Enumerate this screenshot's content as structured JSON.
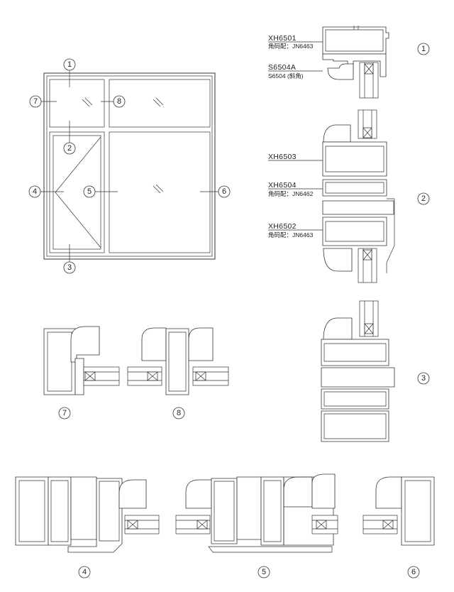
{
  "elevation": {
    "callouts": [
      "1",
      "2",
      "3",
      "4",
      "5",
      "6",
      "7",
      "8"
    ]
  },
  "sections": {
    "s1": {
      "label": "1",
      "code1": "XH6501",
      "code1_sub": "角码配：JN6463",
      "code2": "S6504A",
      "code2_sub": "S6504 (斜角)"
    },
    "s2": {
      "label": "2",
      "code1": "XH6503",
      "code2": "XH6504",
      "code2_sub": "角码配：JN6462",
      "code3": "XH6502",
      "code3_sub": "角码配：JN6463"
    },
    "s3": {
      "label": "3"
    },
    "s4": {
      "label": "4"
    },
    "s5": {
      "label": "5"
    },
    "s6": {
      "label": "6"
    },
    "s7": {
      "label": "7"
    },
    "s8": {
      "label": "8"
    }
  },
  "colors": {
    "line": "#333333",
    "background": "#ffffff"
  }
}
